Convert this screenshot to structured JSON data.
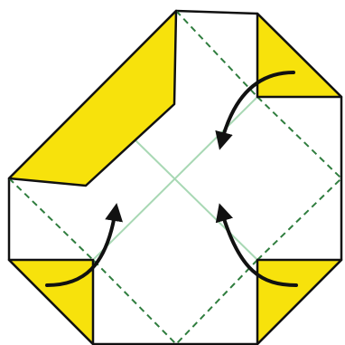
{
  "diagram": {
    "colors": {
      "background": "#ffffff",
      "paper": "#ffffff",
      "colored_side": "#f7e20c",
      "outline": "#111111",
      "valley_fold": "#2f7d3e",
      "crease": "#a8d8b4",
      "arrow": "#111111"
    },
    "flaps": [
      {
        "name": "top-left-folded-band",
        "color_key": "colored_side"
      },
      {
        "name": "top-right-corner-flap",
        "color_key": "colored_side"
      },
      {
        "name": "bottom-left-corner-flap",
        "color_key": "colored_side"
      },
      {
        "name": "bottom-right-corner-flap",
        "color_key": "colored_side"
      }
    ],
    "arrows": [
      {
        "name": "top-right-fold-arrow",
        "action": "fold-in"
      },
      {
        "name": "bottom-left-fold-arrow",
        "action": "fold-in"
      },
      {
        "name": "bottom-right-fold-arrow",
        "action": "fold-in"
      }
    ]
  }
}
